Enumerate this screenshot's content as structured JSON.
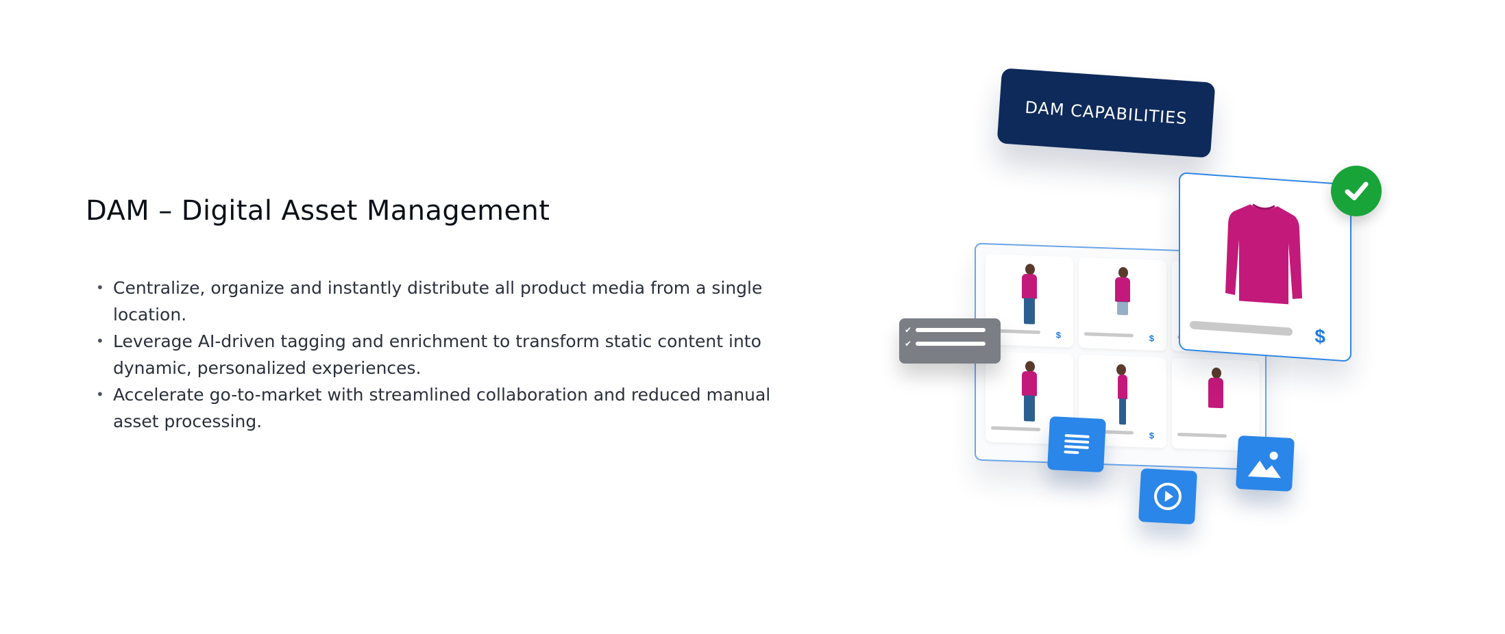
{
  "main": {
    "title": "DAM – Digital Asset Management",
    "bullets": [
      "Centralize, organize and instantly distribute all product media from a single location.",
      "Leverage AI-driven tagging and enrichment to transform static content into dynamic, personalized experiences.",
      "Accelerate go-to-market with streamlined collaboration and reduced manual asset processing."
    ]
  },
  "illustration": {
    "label": "DAM CAPABILITIES",
    "price_symbol": "$",
    "icons": [
      "checkmark-icon",
      "checklist-icon",
      "document-icon",
      "play-icon",
      "image-icon",
      "tshirt-icon"
    ],
    "colors": {
      "label_bg": "#0e2a5a",
      "accent_blue": "#2a86e8",
      "check_green": "#19a43a",
      "shirt_magenta": "#c3197a"
    }
  }
}
